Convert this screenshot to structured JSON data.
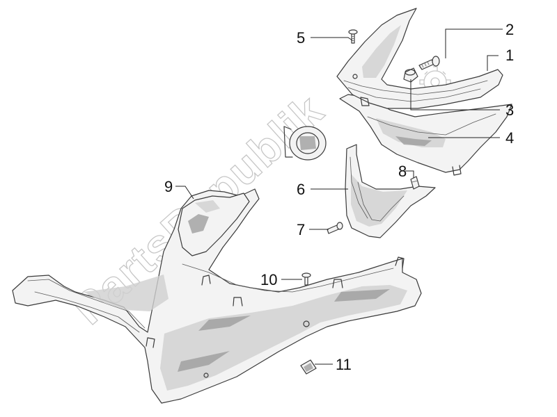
{
  "watermark": {
    "text": "PartsRepublik"
  },
  "callouts": [
    {
      "label": "1"
    },
    {
      "label": "2"
    },
    {
      "label": "3"
    },
    {
      "label": "4"
    },
    {
      "label": "5"
    },
    {
      "label": "6"
    },
    {
      "label": "7"
    },
    {
      "label": "8"
    },
    {
      "label": "9"
    },
    {
      "label": "10"
    },
    {
      "label": "11"
    }
  ],
  "parts": [
    {
      "icon": "side-cover-icon"
    },
    {
      "icon": "screw-icon"
    },
    {
      "icon": "clip-icon"
    },
    {
      "icon": "glove-box-icon"
    },
    {
      "icon": "screw-icon"
    },
    {
      "icon": "central-cover-icon"
    },
    {
      "icon": "screw-icon"
    },
    {
      "icon": "clip-icon"
    },
    {
      "icon": "footrest-icon"
    },
    {
      "icon": "screw-icon"
    },
    {
      "icon": "clip-nut-icon"
    }
  ]
}
